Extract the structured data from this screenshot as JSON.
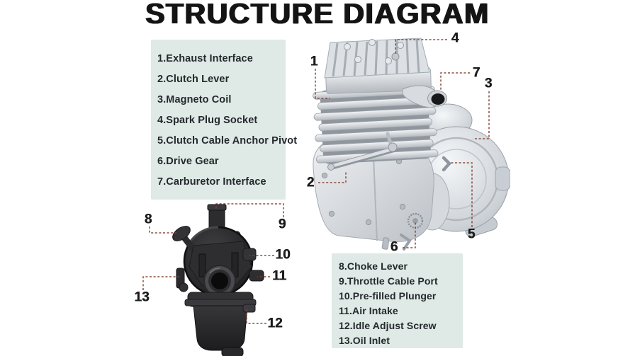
{
  "title": "STRUCTURE DIAGRAM",
  "engine_legend": {
    "items": [
      "1.Exhaust Interface",
      "2.Clutch Lever",
      "3.Magneto Coil",
      "4.Spark Plug Socket",
      "5.Clutch Cable Anchor Pivot",
      "6.Drive Gear",
      "7.Carburetor Interface"
    ]
  },
  "carburetor_legend": {
    "items": [
      "8.Choke Lever",
      "9.Throttle Cable Port",
      "10.Pre-filled Plunger",
      "11.Air Intake",
      "12.Idle Adjust Screw",
      "13.Oil Inlet"
    ]
  },
  "callouts": {
    "engine": [
      "1",
      "2",
      "3",
      "4",
      "5",
      "6",
      "7"
    ],
    "carburetor": [
      "8",
      "9",
      "10",
      "11",
      "12",
      "13"
    ]
  },
  "colors": {
    "background": "#ffffff",
    "panel_background": "#dfe9e6",
    "legend_text": "#24292c",
    "title_text": "#141414",
    "leader_line": "#82402f",
    "callout_number": "#1c1c1c",
    "engine_silver": "#c9ced4",
    "carburetor_dark": "#2a2a2d"
  }
}
